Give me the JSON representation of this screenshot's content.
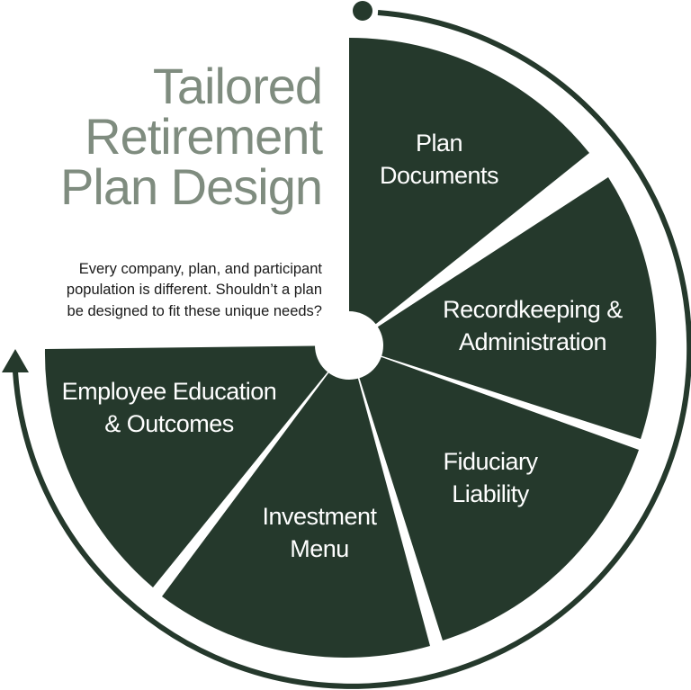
{
  "title": {
    "lines": [
      "Tailored",
      "Retirement",
      "Plan Design"
    ]
  },
  "subtitle": {
    "lines": [
      "Every company, plan, and participant",
      "population is different. Shouldn’t a plan",
      "be designed to fit these unique needs?"
    ]
  },
  "segments": [
    {
      "lines": [
        "Plan",
        "Documents"
      ]
    },
    {
      "lines": [
        "Recordkeeping &",
        "Administration"
      ]
    },
    {
      "lines": [
        "Fiduciary",
        "Liability"
      ]
    },
    {
      "lines": [
        "Investment",
        "Menu"
      ]
    },
    {
      "lines": [
        "Employee Education",
        "& Outcomes"
      ]
    }
  ],
  "colors": {
    "segment_fill": "#25392c",
    "arc": "#25392c",
    "title": "#7f8c7f",
    "background": "#ffffff"
  },
  "icons": {
    "arc_start": "dot",
    "arc_end": "arrow-up-icon"
  }
}
